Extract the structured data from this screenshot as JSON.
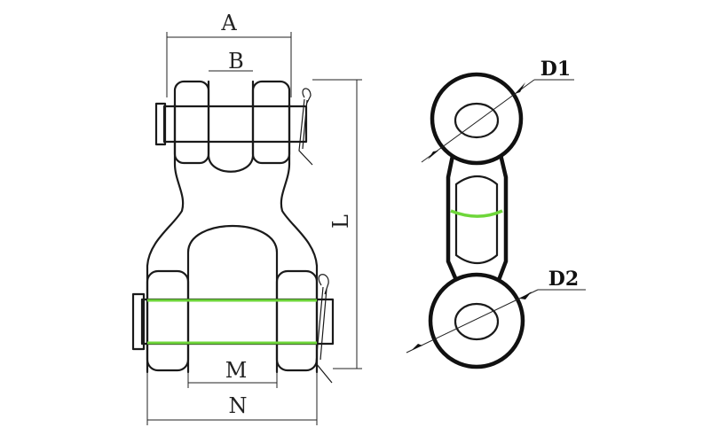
{
  "labels": {
    "a": "A",
    "b": "B",
    "l": "L",
    "m": "M",
    "n": "N",
    "d1": "D1",
    "d2": "D2"
  },
  "colors": {
    "outline": "#1a1a1a",
    "hatch": "#bcbcbc",
    "highlight": "#6ed63a",
    "background": "#ffffff"
  }
}
